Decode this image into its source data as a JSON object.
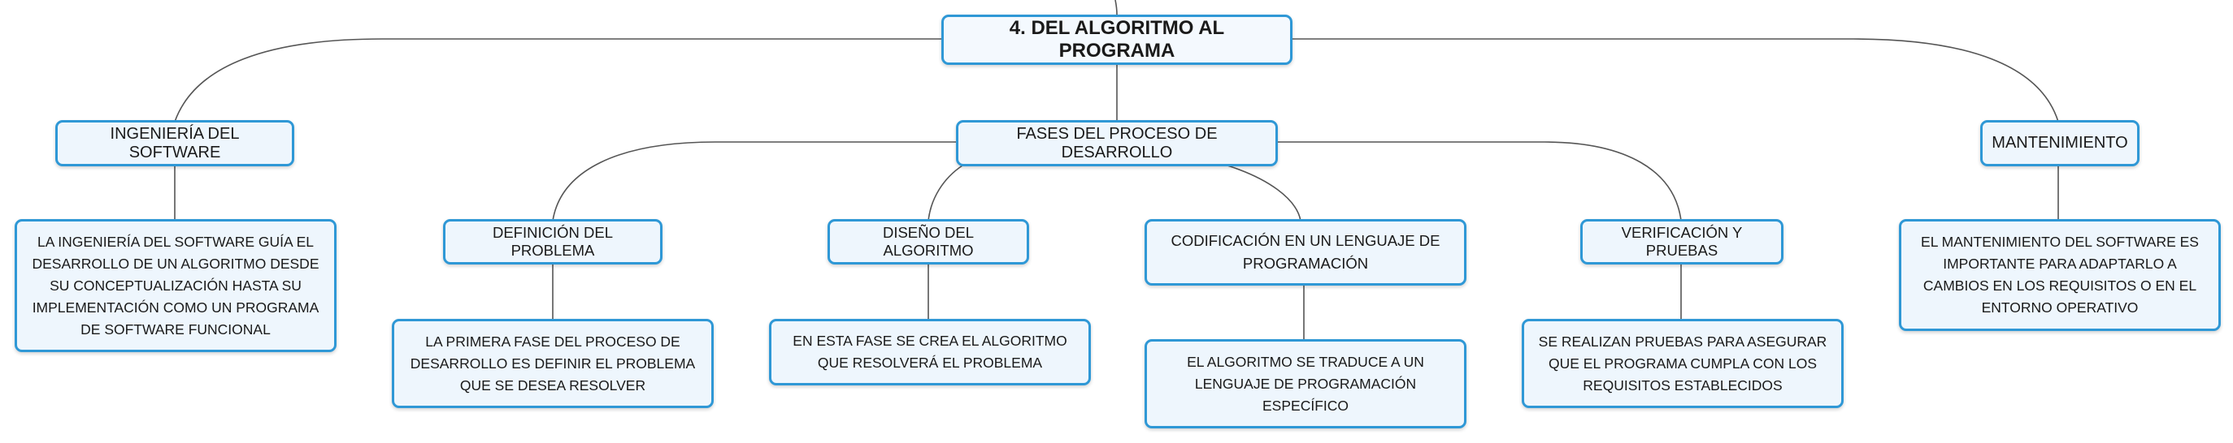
{
  "nodes": {
    "root": "4. DEL ALGORITMO AL PROGRAMA",
    "ingenieria": "INGENIERÍA DEL SOFTWARE",
    "fases": "FASES DEL PROCESO DE DESARROLLO",
    "mantenimiento": "MANTENIMIENTO",
    "definicion": "DEFINICIÓN DEL PROBLEMA",
    "diseno": "DISEÑO DEL ALGORITMO",
    "codificacion": "CODIFICACIÓN EN UN LENGUAJE DE PROGRAMACIÓN",
    "verificacion": "VERIFICACIÓN Y PRUEBAS",
    "ingenieria_desc": "LA INGENIERÍA DEL SOFTWARE GUÍA EL DESARROLLO DE UN ALGORITMO DESDE SU CONCEPTUALIZACIÓN HASTA SU IMPLEMENTACIÓN COMO UN PROGRAMA DE SOFTWARE FUNCIONAL",
    "definicion_desc": "LA PRIMERA FASE DEL PROCESO DE DESARROLLO ES DEFINIR EL PROBLEMA QUE SE DESEA RESOLVER",
    "diseno_desc": "EN ESTA FASE SE CREA EL ALGORITMO QUE RESOLVERÁ EL PROBLEMA",
    "codificacion_desc": "EL ALGORITMO SE TRADUCE A UN LENGUAJE DE PROGRAMACIÓN ESPECÍFICO",
    "verificacion_desc": "SE REALIZAN PRUEBAS PARA ASEGURAR QUE EL PROGRAMA CUMPLA CON LOS REQUISITOS ESTABLECIDOS",
    "mantenimiento_desc": "EL MANTENIMIENTO DEL SOFTWARE ES IMPORTANTE PARA ADAPTARLO A CAMBIOS EN LOS REQUISITOS O EN EL ENTORNO OPERATIVO"
  },
  "colors": {
    "node_border": "#2f98d6",
    "node_fill": "#eef6fd",
    "connector": "#555555",
    "text": "#1a1a1a"
  }
}
